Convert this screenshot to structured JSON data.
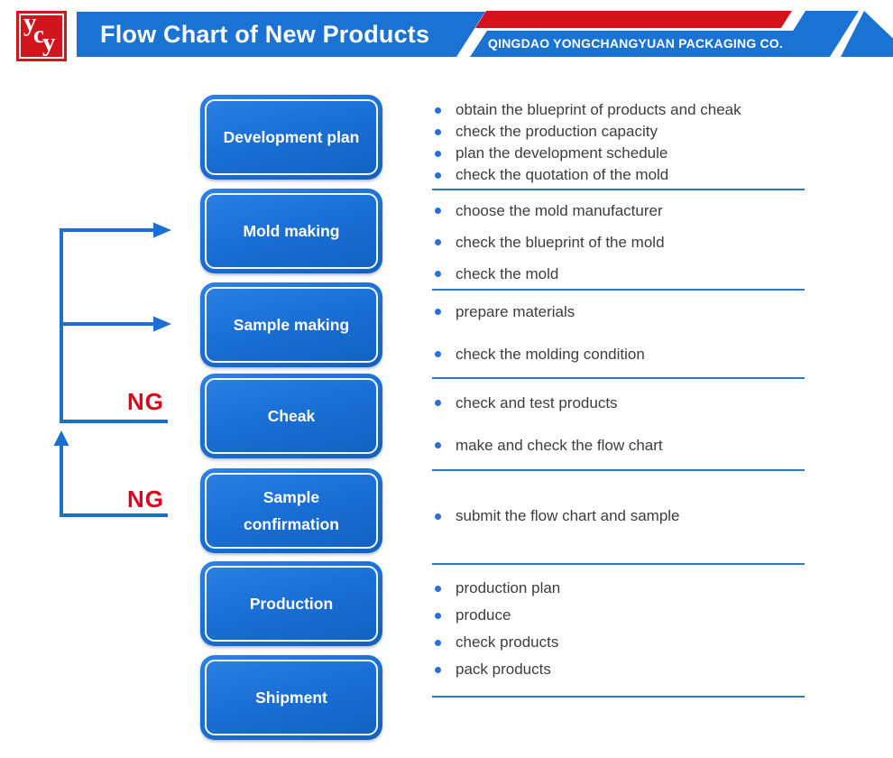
{
  "header": {
    "logo_letters": [
      "y",
      "c",
      "y"
    ],
    "title": "Flow Chart of New Products",
    "company": "QINGDAO YONGCHANGYUAN PACKAGING CO., LTD"
  },
  "flow": {
    "ng_label": "NG",
    "stages": [
      {
        "label": "Development plan",
        "items": [
          "obtain the blueprint of products and cheak",
          "check the production capacity",
          "plan the development schedule",
          "check the quotation of the mold"
        ]
      },
      {
        "label": "Mold making",
        "items": [
          "choose the mold manufacturer",
          "check the blueprint of the mold",
          "check the mold"
        ]
      },
      {
        "label": "Sample making",
        "items": [
          "prepare materials",
          "check the molding condition"
        ]
      },
      {
        "label": "Cheak",
        "items": [
          "check and test products",
          "make and check the flow chart"
        ]
      },
      {
        "label": "Sample confirmation",
        "items": [
          "submit the flow chart and sample"
        ]
      },
      {
        "label": "Production",
        "items": [
          "production plan",
          "produce",
          "check products",
          "pack products"
        ]
      },
      {
        "label": "Shipment",
        "items": []
      }
    ]
  },
  "colors": {
    "primary_blue": "#1a73d3",
    "banner_red": "#d2121d",
    "ng_red": "#e2001a",
    "list_text_gray": "#3d3d3d",
    "rule_blue": "#2e74c0"
  }
}
